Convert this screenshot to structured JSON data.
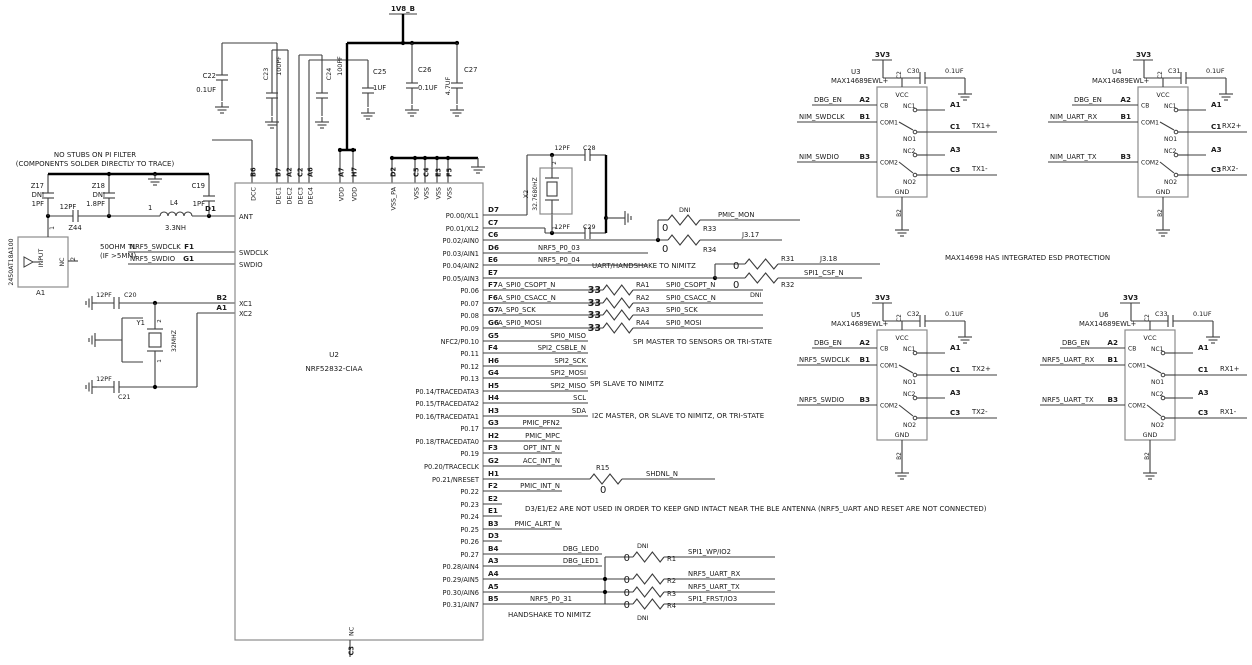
{
  "colors": {
    "wire": "#3d3d3d",
    "bold": "#000000",
    "box": "#8c8c8c",
    "text": "#1a1a1a",
    "bg": "#ffffff"
  },
  "power": {
    "v18": "1V8_B",
    "v33": "3V3"
  },
  "notes": {
    "pi1": "NO STUBS ON PI FILTER",
    "pi2": "(COMPONENTS SOLDER DIRECTLY TO TRACE)",
    "tl1": "50OHM TL",
    "tl2": "(IF >5MM)",
    "esd": "MAX14698 HAS INTEGRATED ESD PROTECTION",
    "gnd_keep": "D3/E1/E2 ARE NOT USED IN ORDER TO KEEP GND INTACT NEAR THE BLE ANTENNA (NRF5_UART AND RESET ARE NOT CONNECTED)",
    "spi_master": "SPI MASTER TO SENSORS OR TRI-STATE",
    "spi_slave": "SPI SLAVE TO NIMITZ",
    "i2c": "I2C MASTER, OR SLAVE TO NIMITZ, OR TRI-STATE",
    "uart_handshake": "UART/HANDSHAKE TO NIMITZ",
    "handshake": "HANDSHAKE TO NIMITZ"
  },
  "antenna": {
    "ref": "A1",
    "part": "2450AT18A100",
    "pin1": "1",
    "pin2": "2",
    "input": "INPUT",
    "nc": "NC"
  },
  "pi_filter": {
    "z17": {
      "ref": "Z17",
      "dni": "DNI",
      "val": "1PF"
    },
    "z44": {
      "ref": "Z44",
      "val": "12PF"
    },
    "z18": {
      "ref": "Z18",
      "dni": "DNI",
      "val": "1.8PF"
    },
    "l4": {
      "ref": "L4",
      "val": "3.3NH",
      "pin": "1"
    },
    "c19": {
      "ref": "C19",
      "val": "1PF"
    }
  },
  "xtal32m": {
    "ref": "Y1",
    "freq": "32MHZ",
    "pin1": "1",
    "pin2": "2",
    "c20": {
      "ref": "C20",
      "val": "12PF"
    },
    "c21": {
      "ref": "C21",
      "val": "12PF"
    }
  },
  "xtal32k": {
    "ref": "X2",
    "freq": "32.7680HZ",
    "pin1": "1",
    "pin2": "2",
    "c28": {
      "ref": "C28",
      "val": "12PF"
    },
    "c29": {
      "ref": "C29",
      "val": "12PF"
    }
  },
  "decoupling": [
    {
      "ref": "C22",
      "val": "0.1UF"
    },
    {
      "ref": "C23",
      "val": "100PF"
    },
    {
      "ref": "C24",
      "val": "100PF"
    },
    {
      "ref": "C25",
      "val": "1UF"
    },
    {
      "ref": "C26",
      "val": "0.1UF"
    },
    {
      "ref": "C27",
      "val": "4.7UF"
    }
  ],
  "chip": {
    "ref": "U2",
    "part": "NRF52832-CIAA",
    "top_pins": [
      {
        "pin": "B6",
        "name": "DCC"
      },
      {
        "pin": "B7",
        "name": "DEC1"
      },
      {
        "pin": "A2",
        "name": "DEC2"
      },
      {
        "pin": "C2",
        "name": "DEC3"
      },
      {
        "pin": "A6",
        "name": "DEC4"
      },
      {
        "pin": "A7",
        "name": "VDD"
      },
      {
        "pin": "H7",
        "name": "VDD"
      },
      {
        "pin": "D2",
        "name": "VSS_PA"
      },
      {
        "pin": "C5",
        "name": "VSS"
      },
      {
        "pin": "C4",
        "name": "VSS"
      },
      {
        "pin": "E3",
        "name": "VSS"
      },
      {
        "pin": "F5",
        "name": "VSS"
      }
    ],
    "left_pins": [
      {
        "pin": "D1",
        "name": "ANT",
        "net": ""
      },
      {
        "pin": "F1",
        "name": "SWDCLK",
        "net": "NRF5_SWDCLK"
      },
      {
        "pin": "G1",
        "name": "SWDIO",
        "net": "NRF5_SWDIO"
      },
      {
        "pin": "B2",
        "name": "XC1",
        "net": ""
      },
      {
        "pin": "A1",
        "name": "XC2",
        "net": ""
      }
    ],
    "right_pins": [
      {
        "name": "P0.00/XL1",
        "pin": "D7",
        "net": ""
      },
      {
        "name": "P0.01/XL2",
        "pin": "C7",
        "net": ""
      },
      {
        "name": "P0.02/AIN0",
        "pin": "C6",
        "net": ""
      },
      {
        "name": "P0.03/AIN1",
        "pin": "D6",
        "net": "NRF5_P0_03"
      },
      {
        "name": "P0.04/AIN2",
        "pin": "E6",
        "net": "NRF5_P0_04"
      },
      {
        "name": "P0.05/AIN3",
        "pin": "E7",
        "net": ""
      },
      {
        "name": "P0.06",
        "pin": "F7",
        "net": "A_SPI0_CSOPT_N"
      },
      {
        "name": "P0.07",
        "pin": "F6",
        "net": "A_SPI0_CSACC_N"
      },
      {
        "name": "P0.08",
        "pin": "G7",
        "net": "A_SP0_SCK"
      },
      {
        "name": "P0.09",
        "pin": "G6",
        "net": "A_SPI0_MOSI"
      },
      {
        "name": "NFC2/P0.10",
        "pin": "G5",
        "net": "SPI0_MISO"
      },
      {
        "name": "P0.11",
        "pin": "F4",
        "net": "SPI2_CSBLE_N"
      },
      {
        "name": "P0.12",
        "pin": "H6",
        "net": "SPI2_SCK"
      },
      {
        "name": "P0.13",
        "pin": "G4",
        "net": "SPI2_MOSI"
      },
      {
        "name": "P0.14/TRACEDATA3",
        "pin": "H5",
        "net": "SPI2_MISO"
      },
      {
        "name": "P0.15/TRACEDATA2",
        "pin": "H4",
        "net": "SCL"
      },
      {
        "name": "P0.16/TRACEDATA1",
        "pin": "H3",
        "net": "SDA"
      },
      {
        "name": "P0.17",
        "pin": "G3",
        "net": "PMIC_PFN2"
      },
      {
        "name": "P0.18/TRACEDATA0",
        "pin": "H2",
        "net": "PMIC_MPC"
      },
      {
        "name": "P0.19",
        "pin": "F3",
        "net": "OPT_INT_N"
      },
      {
        "name": "P0.20/TRACECLK",
        "pin": "G2",
        "net": "ACC_INT_N"
      },
      {
        "name": "P0.21/NRESET",
        "pin": "H1",
        "net": ""
      },
      {
        "name": "P0.22",
        "pin": "F2",
        "net": "PMIC_INT_N"
      },
      {
        "name": "P0.23",
        "pin": "E2",
        "net": ""
      },
      {
        "name": "P0.24",
        "pin": "E1",
        "net": ""
      },
      {
        "name": "P0.25",
        "pin": "B3",
        "net": "PMIC_ALRT_N"
      },
      {
        "name": "P0.26",
        "pin": "D3",
        "net": ""
      },
      {
        "name": "P0.27",
        "pin": "B4",
        "net": "DBG_LED0"
      },
      {
        "name": "P0.28/AIN4",
        "pin": "A3",
        "net": "DBG_LED1"
      },
      {
        "name": "P0.29/AIN5",
        "pin": "A4",
        "net": ""
      },
      {
        "name": "P0.30/AIN6",
        "pin": "A5",
        "net": ""
      },
      {
        "name": "P0.31/AIN7",
        "pin": "B5",
        "net": "NRF5_P0_31"
      }
    ],
    "bottom_pin": {
      "pin": "C3",
      "name": "NC"
    }
  },
  "series33": {
    "value": "33",
    "items": [
      {
        "ref": "RA1",
        "net": "SPI0_CSOPT_N"
      },
      {
        "ref": "RA2",
        "net": "SPI0_CSACC_N"
      },
      {
        "ref": "RA3",
        "net": "SPI0_SCK"
      },
      {
        "ref": "RA4",
        "net": "SPI0_MOSI"
      }
    ]
  },
  "branch": {
    "r33": {
      "ref": "R33",
      "val": "0",
      "dni": "DNI",
      "net": "PMIC_MON"
    },
    "r34": {
      "ref": "R34",
      "val": "0",
      "net": "J3.17"
    },
    "r31": {
      "ref": "R31",
      "val": "0",
      "net": "J3.18"
    },
    "r32": {
      "ref": "R32",
      "val": "0",
      "dni": "DNI",
      "net": "SPI1_CSF_N"
    },
    "r15": {
      "ref": "R15",
      "val": "0",
      "net": "SHDNL_N"
    }
  },
  "bus": [
    {
      "ref": "R1",
      "val": "0",
      "dni": "DNI",
      "net": "SPI1_WP/IO2"
    },
    {
      "ref": "R2",
      "val": "0",
      "net": "NRF5_UART_RX"
    },
    {
      "ref": "R3",
      "val": "0",
      "net": "NRF5_UART_TX"
    },
    {
      "ref": "R4",
      "val": "0",
      "dni": "DNI",
      "net": "SPI1_FRST/IO3"
    }
  ],
  "switches": [
    {
      "ref": "U3",
      "part": "MAX14689EWL+",
      "vcc": "VCC",
      "gnd": "GND",
      "vcc_pin": "C2",
      "gnd_pin": "B2",
      "cap": {
        "ref": "C30",
        "val": "0.1UF"
      },
      "left": [
        {
          "net": "DBG_EN",
          "pin": "A2",
          "label": "CB"
        },
        {
          "net": "NIM_SWDCLK",
          "pin": "B1",
          "label": "COM1"
        },
        {
          "net": "NIM_SWDIO",
          "pin": "B3",
          "label": "COM2"
        }
      ],
      "right": [
        {
          "label": "NC1",
          "pin": "A1",
          "net": ""
        },
        {
          "label": "NO1",
          "pin": "C1",
          "net": "TX1+"
        },
        {
          "label": "NC2",
          "pin": "A3",
          "net": ""
        },
        {
          "label": "NO2",
          "pin": "C3",
          "net": "TX1-"
        }
      ]
    },
    {
      "ref": "U4",
      "part": "MAX14689EWL+",
      "vcc": "VCC",
      "gnd": "GND",
      "vcc_pin": "C2",
      "gnd_pin": "B2",
      "cap": {
        "ref": "C31",
        "val": "0.1UF"
      },
      "left": [
        {
          "net": "DBG_EN",
          "pin": "A2",
          "label": "CB"
        },
        {
          "net": "NIM_UART_RX",
          "pin": "B1",
          "label": "COM1"
        },
        {
          "net": "NIM_UART_TX",
          "pin": "B3",
          "label": "COM2"
        }
      ],
      "right": [
        {
          "label": "NC1",
          "pin": "A1",
          "net": ""
        },
        {
          "label": "NO1",
          "pin": "C1",
          "net": "RX2+"
        },
        {
          "label": "NC2",
          "pin": "A3",
          "net": ""
        },
        {
          "label": "NO2",
          "pin": "C3",
          "net": "RX2-"
        }
      ]
    },
    {
      "ref": "U5",
      "part": "MAX14689EWL+",
      "vcc": "VCC",
      "gnd": "GND",
      "vcc_pin": "C2",
      "gnd_pin": "B2",
      "cap": {
        "ref": "C32",
        "val": "0.1UF"
      },
      "left": [
        {
          "net": "DBG_EN",
          "pin": "A2",
          "label": "CB"
        },
        {
          "net": "NRF5_SWDCLK",
          "pin": "B1",
          "label": "COM1"
        },
        {
          "net": "NRF5_SWDIO",
          "pin": "B3",
          "label": "COM2"
        }
      ],
      "right": [
        {
          "label": "NC1",
          "pin": "A1",
          "net": ""
        },
        {
          "label": "NO1",
          "pin": "C1",
          "net": "TX2+"
        },
        {
          "label": "NC2",
          "pin": "A3",
          "net": ""
        },
        {
          "label": "NO2",
          "pin": "C3",
          "net": "TX2-"
        }
      ]
    },
    {
      "ref": "U6",
      "part": "MAX14689EWL+",
      "vcc": "VCC",
      "gnd": "GND",
      "vcc_pin": "C2",
      "gnd_pin": "B2",
      "cap": {
        "ref": "C33",
        "val": "0.1UF"
      },
      "left": [
        {
          "net": "DBG_EN",
          "pin": "A2",
          "label": "CB"
        },
        {
          "net": "NRF5_UART_RX",
          "pin": "B1",
          "label": "COM1"
        },
        {
          "net": "NRF5_UART_TX",
          "pin": "B3",
          "label": "COM2"
        }
      ],
      "right": [
        {
          "label": "NC1",
          "pin": "A1",
          "net": ""
        },
        {
          "label": "NO1",
          "pin": "C1",
          "net": "RX1+"
        },
        {
          "label": "NC2",
          "pin": "A3",
          "net": ""
        },
        {
          "label": "NO2",
          "pin": "C3",
          "net": "RX1-"
        }
      ]
    }
  ]
}
